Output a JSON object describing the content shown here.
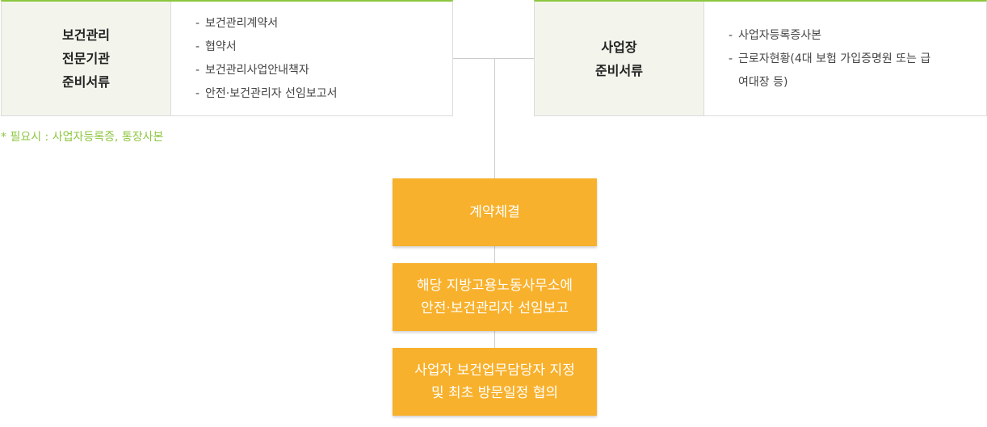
{
  "left_panel": {
    "heading": [
      "보건관리",
      "전문기관",
      "준비서류"
    ],
    "items": [
      "보건관리계약서",
      "협약서",
      "보건관리사업안내책자",
      "안전·보건관리자 선임보고서"
    ]
  },
  "right_panel": {
    "heading": [
      "사업장",
      "준비서류"
    ],
    "items": [
      "사업자등록증사본",
      "근로자현황(4대 보험 가입증명원 또는 급여대장 등)"
    ]
  },
  "note": "* 필요시 : 사업자등록증, 통장사본",
  "steps": [
    {
      "lines": [
        "계약체결"
      ]
    },
    {
      "lines": [
        "해당 지방고용노동사무소에",
        "안전·보건관리자 선임보고"
      ]
    },
    {
      "lines": [
        "사업자 보건업무담당자 지정",
        "및 최초 방문일정 협의"
      ]
    }
  ],
  "colors": {
    "accent_green": "#8dc63f",
    "step_orange": "#f8b12c",
    "heading_bg": "#f3f5ec",
    "border": "#dcdcdc"
  }
}
